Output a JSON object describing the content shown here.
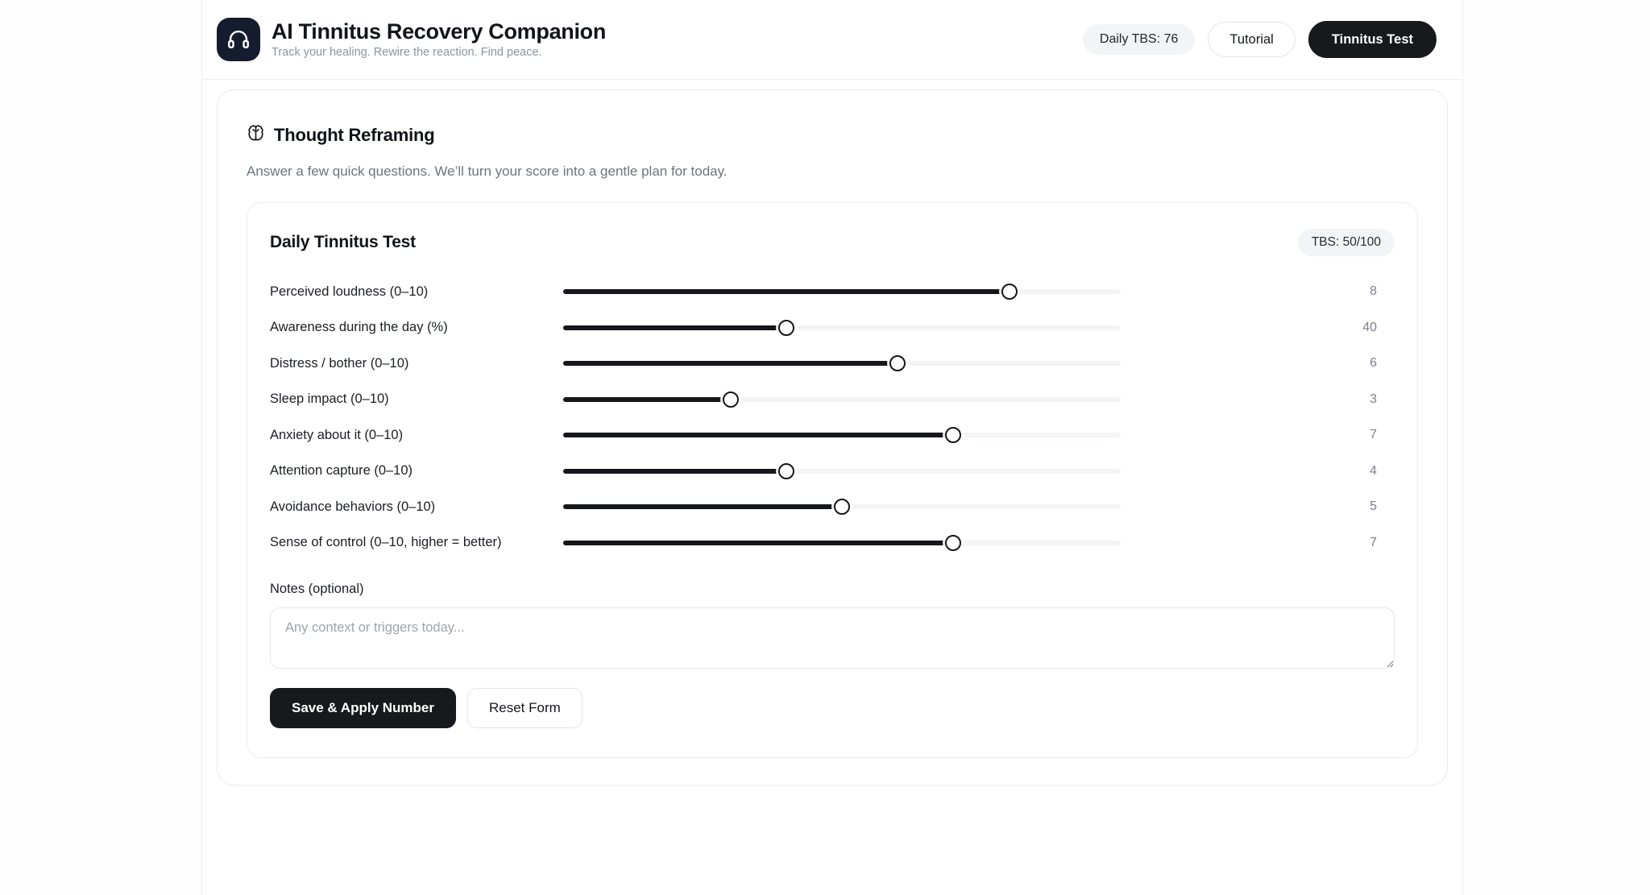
{
  "header": {
    "logo_icon": "headphones-icon",
    "title": "AI Tinnitus Recovery Companion",
    "tagline": "Track your healing. Rewire the reaction. Find peace.",
    "daily_tbs": "Daily TBS: 76",
    "tutorial_label": "Tutorial",
    "tinnitus_test_label": "Tinnitus Test"
  },
  "section": {
    "icon": "brain-icon",
    "title": "Thought Reframing",
    "subtitle": "Answer a few quick questions. We’ll turn your score into a gentle plan for today."
  },
  "test_card": {
    "title": "Daily Tinnitus Test",
    "score_badge": "TBS: 50/100",
    "sliders": [
      {
        "label": "Perceived loudness (0–10)",
        "value": "8",
        "min": 0,
        "max": 10,
        "percent": 80
      },
      {
        "label": "Awareness during the day (%)",
        "value": "40",
        "min": 0,
        "max": 100,
        "percent": 40
      },
      {
        "label": "Distress / bother (0–10)",
        "value": "6",
        "min": 0,
        "max": 10,
        "percent": 60
      },
      {
        "label": "Sleep impact (0–10)",
        "value": "3",
        "min": 0,
        "max": 10,
        "percent": 30
      },
      {
        "label": "Anxiety about it (0–10)",
        "value": "7",
        "min": 0,
        "max": 10,
        "percent": 70
      },
      {
        "label": "Attention capture (0–10)",
        "value": "4",
        "min": 0,
        "max": 10,
        "percent": 40
      },
      {
        "label": "Avoidance behaviors (0–10)",
        "value": "5",
        "min": 0,
        "max": 10,
        "percent": 50
      },
      {
        "label": "Sense of control (0–10, higher = better)",
        "value": "7",
        "min": 0,
        "max": 10,
        "percent": 70
      }
    ],
    "notes_label": "Notes (optional)",
    "notes_placeholder": "Any context or triggers today...",
    "notes_value": "",
    "save_label": "Save & Apply Number",
    "reset_label": "Reset Form"
  },
  "colors": {
    "accent_dark": "#17191c",
    "logo_navy": "#141c2e",
    "muted": "#7c828b",
    "pill_bg": "#f3f4f5"
  }
}
